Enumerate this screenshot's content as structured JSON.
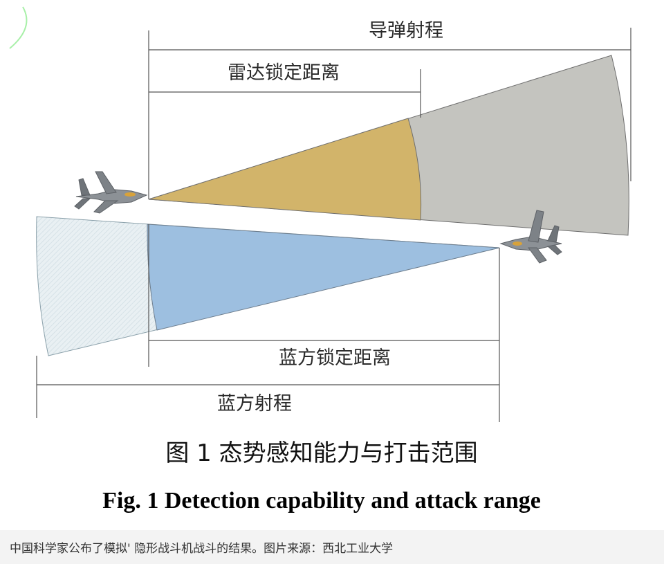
{
  "diagram": {
    "labels": {
      "missile_range": "导弹射程",
      "radar_lock_distance": "雷达锁定距离",
      "blue_lock_distance": "蓝方锁定距离",
      "blue_range": "蓝方射程"
    },
    "caption_cn": "图 1 态势感知能力与打击范围",
    "caption_en": "Fig. 1 Detection capability and attack range",
    "colors": {
      "red_lock_fill": "#d2b46a",
      "red_range_fill": "#c4c4bf",
      "blue_lock_fill": "#9dbfe0",
      "blue_range_fill": "#e6eef2",
      "aircraft": "#8a8f94"
    },
    "icons": [
      "red-fighter-jet-icon",
      "blue-fighter-jet-icon",
      "corner-arc-icon"
    ]
  },
  "footer": {
    "text": "中国科学家公布了模拟' 隐形战斗机战斗的结果。图片来源：西北工业大学"
  }
}
